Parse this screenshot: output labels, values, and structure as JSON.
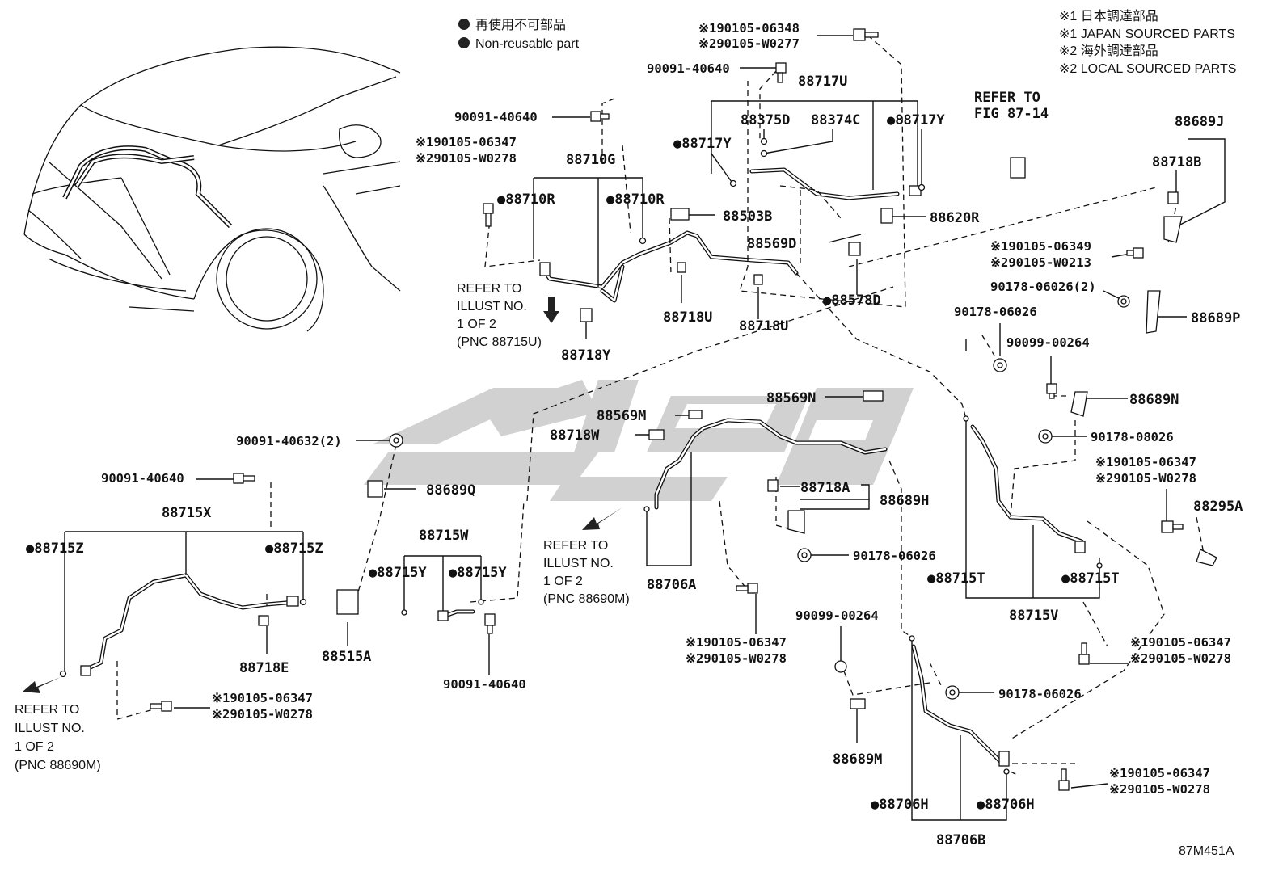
{
  "legend": {
    "nonreusable_jp": "再使用不可部品",
    "nonreusable_en": "Non-reusable part",
    "src1_jp": "※1 日本調達部品",
    "src1_en": "※1 JAPAN SOURCED PARTS",
    "src2_jp": "※2 海外調達部品",
    "src2_en": "※2 LOCAL SOURCED PARTS"
  },
  "diagram_id": "87M451A",
  "refs": {
    "fig_line1": "REFER TO",
    "fig_line2": "FIG 87-14",
    "r1": [
      "REFER TO",
      "ILLUST NO.",
      "1 OF 2",
      "(PNC 88715U)"
    ],
    "r2": [
      "REFER TO",
      "ILLUST NO.",
      "1 OF 2",
      "(PNC 88690M)"
    ],
    "r3": [
      "REFER TO",
      "ILLUST NO.",
      "1 OF 2",
      "(PNC 88690M)"
    ]
  },
  "labels": {
    "p90105_06348": "※190105-06348",
    "p90105_W0277": "※290105-W0277",
    "p90091_40640_a": "90091-40640",
    "p88717U": "88717U",
    "p88375D": "88375D",
    "p88374C": "88374C",
    "p88717Y_r": "●88717Y",
    "p88717Y_l": "●88717Y",
    "p90091_40640_b": "90091-40640",
    "p90105_06347_a": "※190105-06347",
    "p90105_W0278_a": "※290105-W0278",
    "p88710G": "88710G",
    "p88710R_l": "●88710R",
    "p88710R_r": "●88710R",
    "p88503B": "88503B",
    "p88620R": "88620R",
    "p88569D": "88569D",
    "p88578D": "●88578D",
    "p88718U_a": "88718U",
    "p88718U_b": "88718U",
    "p88718Y": "88718Y",
    "p88689J": "88689J",
    "p88718B": "88718B",
    "p90105_06349": "※190105-06349",
    "p90105_W0213": "※290105-W0213",
    "p90178_06026_2": "90178-06026(2)",
    "p88689P": "88689P",
    "p90178_06026_a": "90178-06026",
    "p90099_00264_a": "90099-00264",
    "p88689N": "88689N",
    "p90178_08026": "90178-08026",
    "p90105_06347_b": "※190105-06347",
    "p90105_W0278_b": "※290105-W0278",
    "p88295A": "88295A",
    "p88715T_l": "●88715T",
    "p88715T_r": "●88715T",
    "p88715V": "88715V",
    "p90105_06347_c": "※190105-06347",
    "p90105_W0278_c": "※290105-W0278",
    "p90178_06026_b": "90178-06026",
    "p90105_06347_d": "※190105-06347",
    "p90105_W0278_d": "※290105-W0278",
    "p88706H_l": "●88706H",
    "p88706H_r": "●88706H",
    "p88706B": "88706B",
    "p88689M": "88689M",
    "p90099_00264_b": "90099-00264",
    "p88569N": "88569N",
    "p88569M": "88569M",
    "p88718W": "88718W",
    "p88718A": "88718A",
    "p88689H": "88689H",
    "p90178_06026_c": "90178-06026",
    "p88706A": "88706A",
    "p90105_06347_e": "※190105-06347",
    "p90105_W0278_e": "※290105-W0278",
    "p90091_40632": "90091-40632(2)",
    "p88689Q": "88689Q",
    "p90091_40640_c": "90091-40640",
    "p88715X": "88715X",
    "p88715Z_l": "●88715Z",
    "p88715Z_r": "●88715Z",
    "p88718E": "88718E",
    "p88515A": "88515A",
    "p88715W": "88715W",
    "p88715Y_l": "●88715Y",
    "p88715Y_r": "●88715Y",
    "p90091_40640_d": "90091-40640",
    "p90105_06347_f": "※190105-06347",
    "p90105_W0278_f": "※290105-W0278"
  }
}
